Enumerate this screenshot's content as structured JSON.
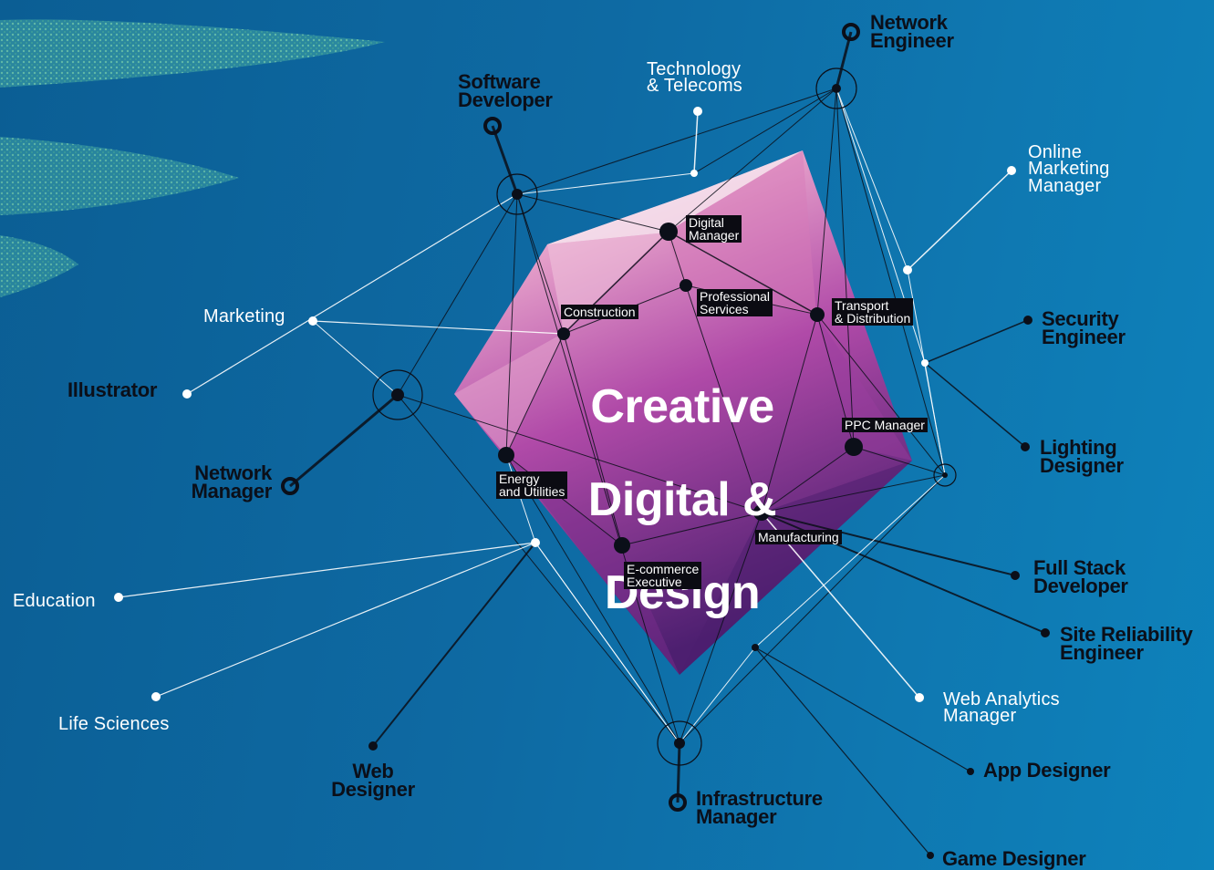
{
  "title": {
    "line1": "Creative",
    "line2": "Digital &",
    "line3": "Design"
  },
  "colors": {
    "background": "#0e6ea8",
    "gem_top": "#f2dbe6",
    "gem_mid": "#c75db0",
    "gem_bottom": "#5b2479",
    "role_text": "#0b0f19",
    "sector_text": "#ffffff",
    "tag_background": "#0b0b12",
    "connector_dark": "#0b0f19",
    "connector_light": "#ffffff",
    "leaf_pattern": "#57b8a4"
  },
  "roles": {
    "network_engineer": "Network\nEngineer",
    "software_developer": "Software\nDeveloper",
    "security_engineer": "Security\nEngineer",
    "lighting_designer": "Lighting\nDesigner",
    "full_stack_developer": "Full Stack\nDeveloper",
    "site_reliability_engineer": "Site Reliability\nEngineer",
    "app_designer": "App Designer",
    "game_designer": "Game Designer",
    "infrastructure_manager": "Infrastructure\nManager",
    "web_designer": "Web\nDesigner",
    "network_manager": "Network\nManager",
    "illustrator": "Illustrator"
  },
  "sectors": {
    "technology_telecoms": "Technology\n& Telecoms",
    "online_marketing_manager": "Online\nMarketing\nManager",
    "marketing": "Marketing",
    "education": "Education",
    "life_sciences": "Life Sciences",
    "web_analytics_manager": "Web Analytics\nManager"
  },
  "inner_tags": {
    "digital_manager": "Digital\nManager",
    "professional_services": "Professional\nServices",
    "construction": "Construction",
    "transport_distribution": "Transport\n& Distribution",
    "ppc_manager": "PPC Manager",
    "energy_utilities": "Energy\nand Utilities",
    "manufacturing": "Manufacturing",
    "ecommerce_executive": "E-commerce\nExecutive"
  }
}
